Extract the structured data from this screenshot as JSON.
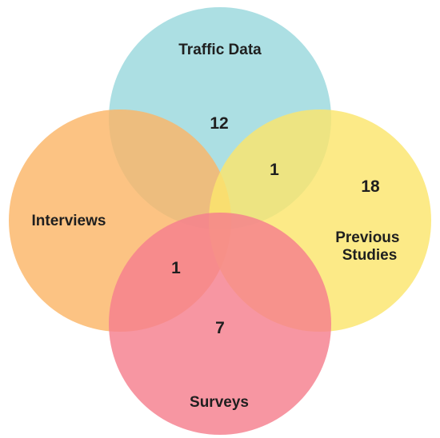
{
  "diagram": {
    "sets": {
      "traffic": {
        "label": "Traffic Data",
        "color": "#9ad8dd"
      },
      "interviews": {
        "label": "Interviews",
        "color": "#fbb668"
      },
      "previous": {
        "label_line1": "Previous",
        "label_line2": "Studies",
        "color": "#fbe56d"
      },
      "surveys": {
        "label": "Surveys",
        "color": "#f57f8e"
      }
    },
    "counts": {
      "traffic_only": "12",
      "traffic_previous": "1",
      "previous_only": "18",
      "interviews_surveys": "1",
      "surveys_only": "7"
    }
  }
}
